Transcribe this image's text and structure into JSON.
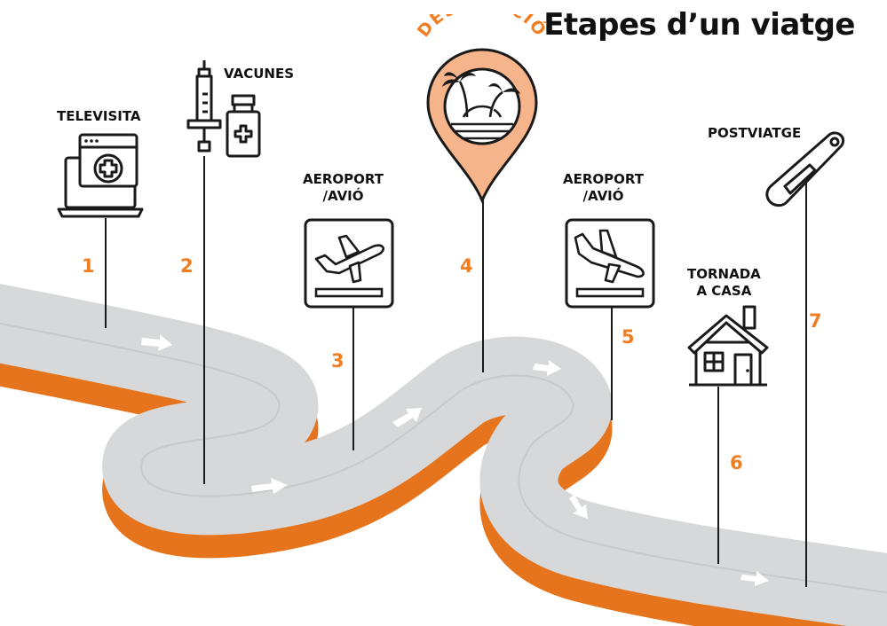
{
  "title": "Etapes d’un viatge",
  "colors": {
    "accent": "#ef7d22",
    "road_top": "#d7d8da",
    "road_side": "#e6741d",
    "ink": "#1a1a1a",
    "pin_fill": "#f6b48a"
  },
  "stages": [
    {
      "number": "1",
      "label": "TELEVISITA",
      "icon": "laptop-medical-icon"
    },
    {
      "number": "2",
      "label": "VACUNES",
      "icon": "syringe-vial-icon"
    },
    {
      "number": "3",
      "label": "AEROPORT\n/AVIÓ",
      "icon": "plane-takeoff-sign-icon"
    },
    {
      "number": "4",
      "label": "DESTINACIÓ",
      "icon": "beach-pin-icon"
    },
    {
      "number": "5",
      "label": "AEROPORT\n/AVIÓ",
      "icon": "plane-landing-sign-icon"
    },
    {
      "number": "6",
      "label": "TORNADA\nA CASA",
      "icon": "house-icon"
    },
    {
      "number": "7",
      "label": "POSTVIATGE",
      "icon": "thermometer-icon"
    }
  ]
}
